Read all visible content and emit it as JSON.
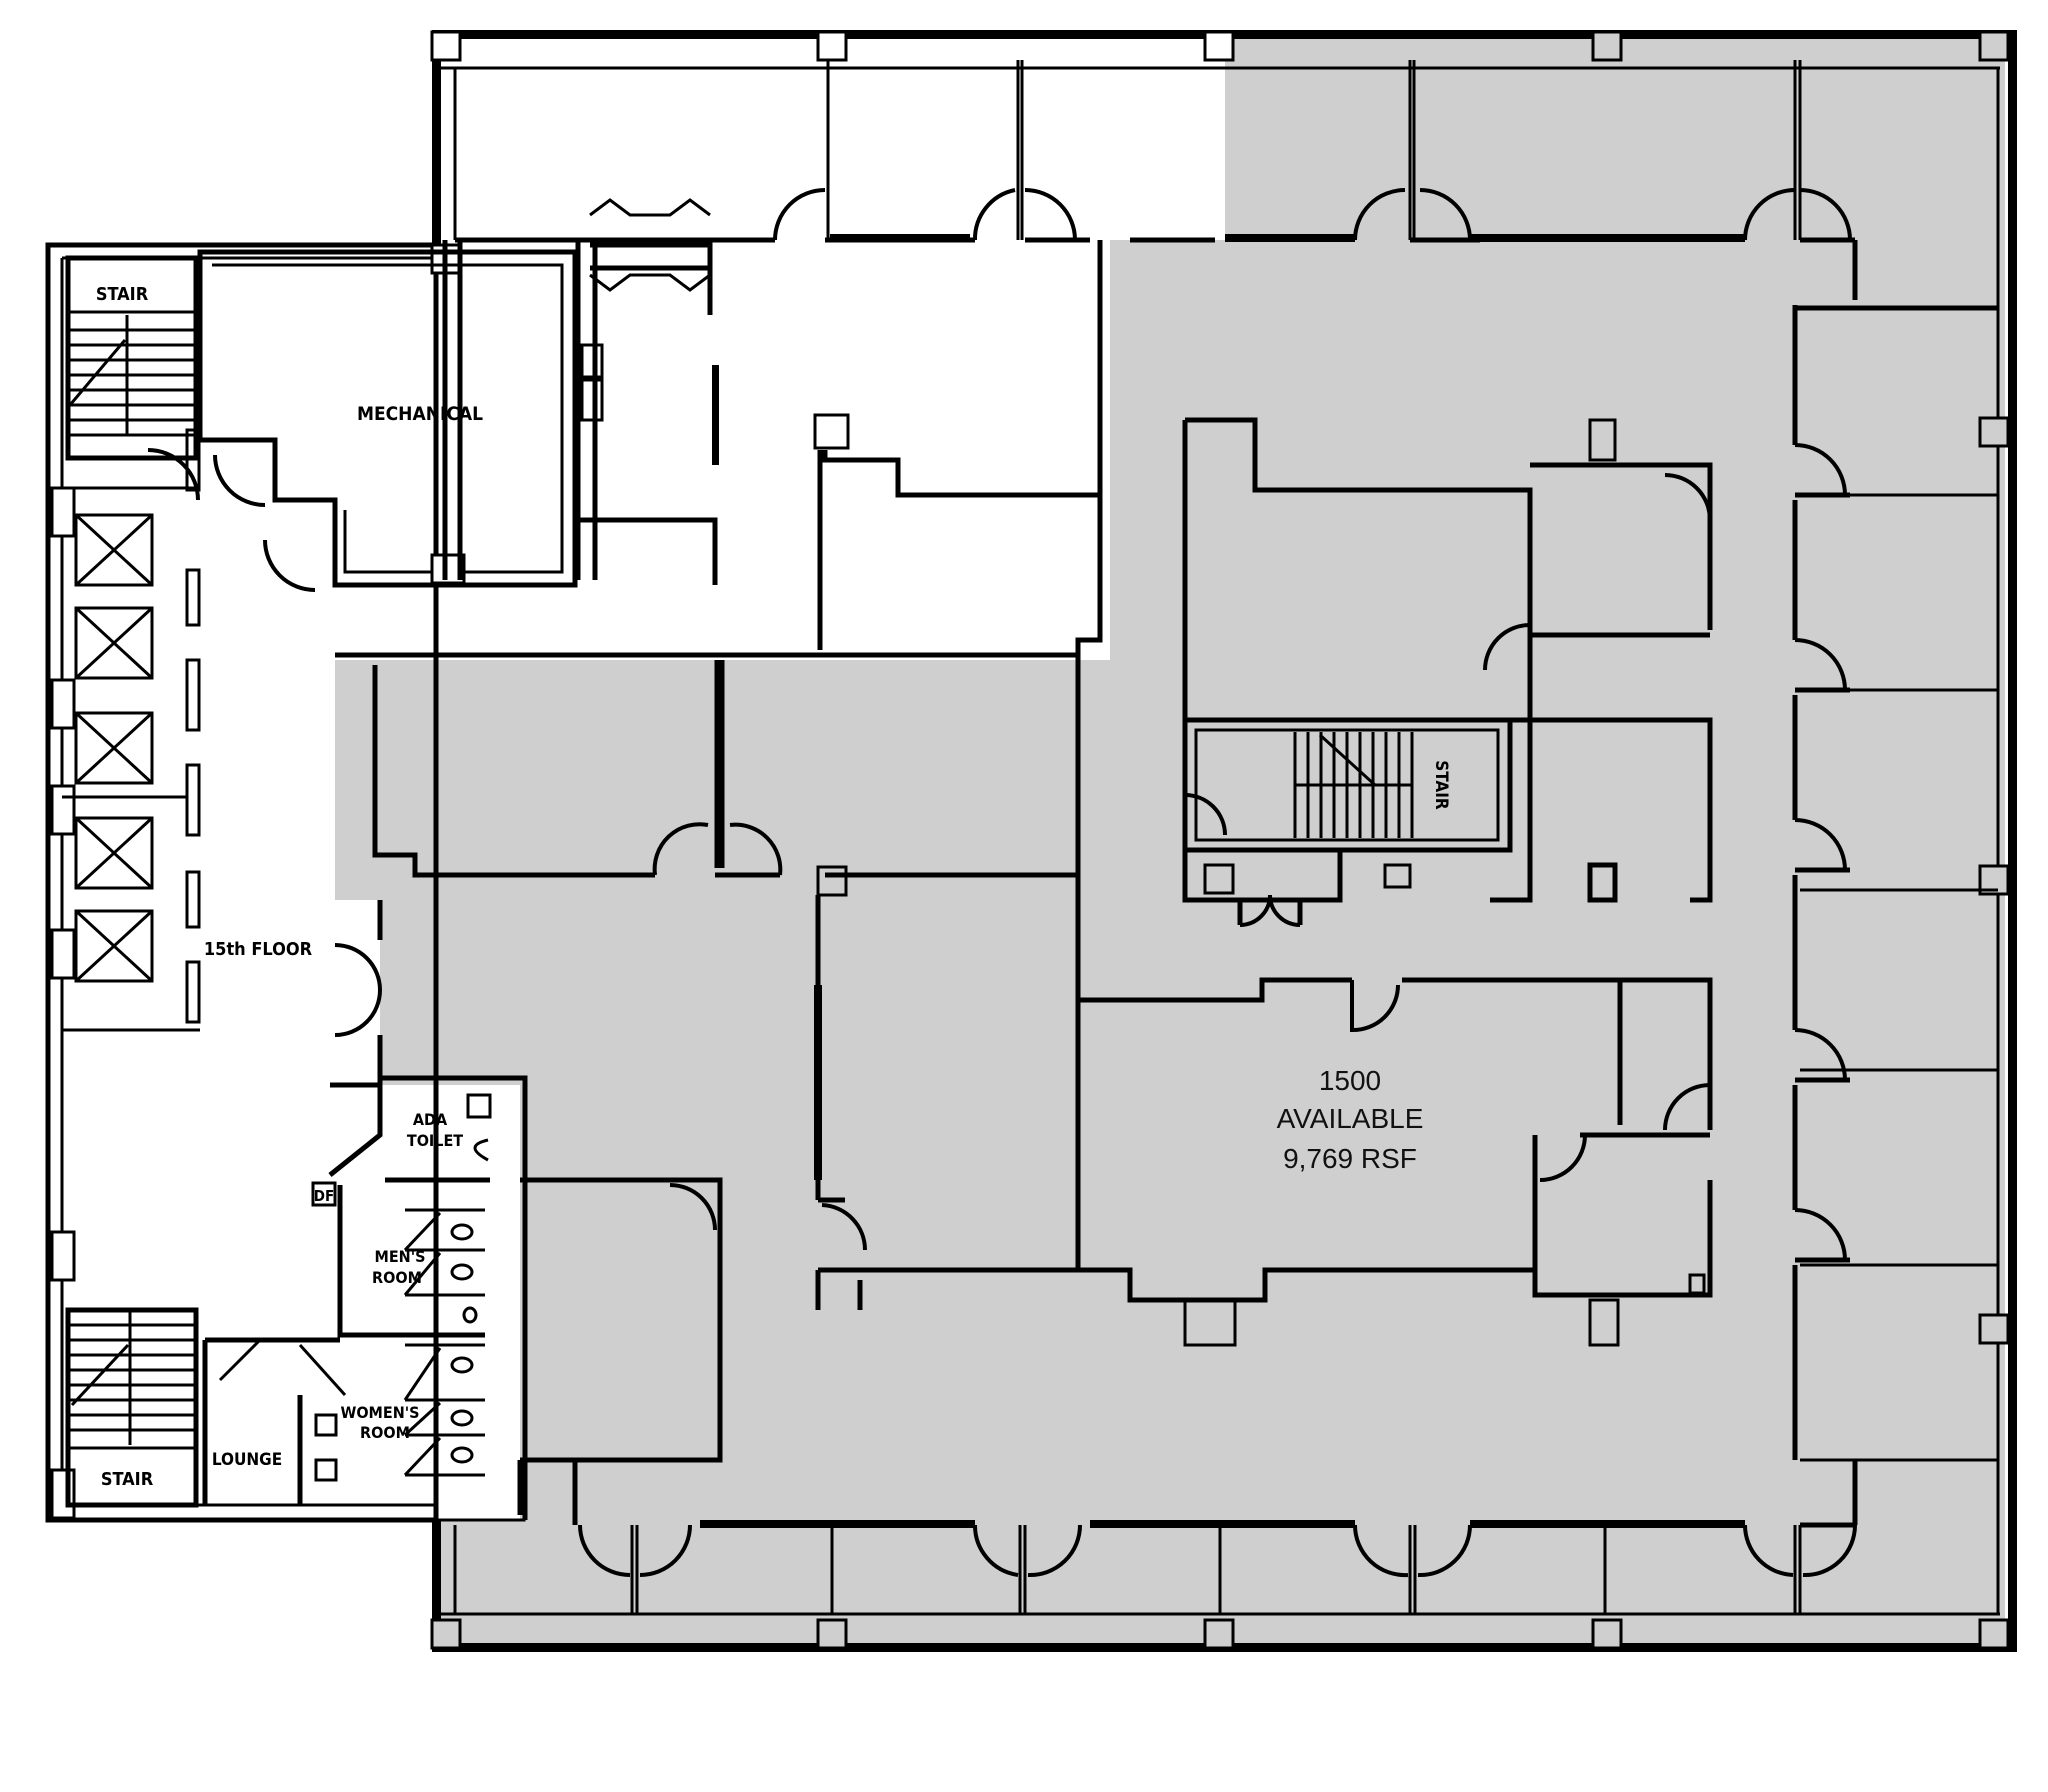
{
  "plan": {
    "floor_label": "15th FLOOR",
    "colors": {
      "available_fill": "#cfcfcf",
      "common_fill": "#ffffff",
      "wall": "#000000"
    },
    "suite": {
      "number": "1500",
      "status": "AVAILABLE",
      "area": "9,769 RSF"
    },
    "rooms": {
      "stair_north": "STAIR",
      "stair_south": "STAIR",
      "stair_core": "STAIR",
      "mechanical": "MECHANICAL",
      "ada_toilet_line1": "ADA",
      "ada_toilet_line2": "TOILET",
      "drinking_fountain": "DF",
      "mens_line1": "MEN'S",
      "mens_line2": "ROOM",
      "womens_line1": "WOMEN'S",
      "womens_line2": "ROOM",
      "lounge": "LOUNGE"
    },
    "elevators": 5
  }
}
